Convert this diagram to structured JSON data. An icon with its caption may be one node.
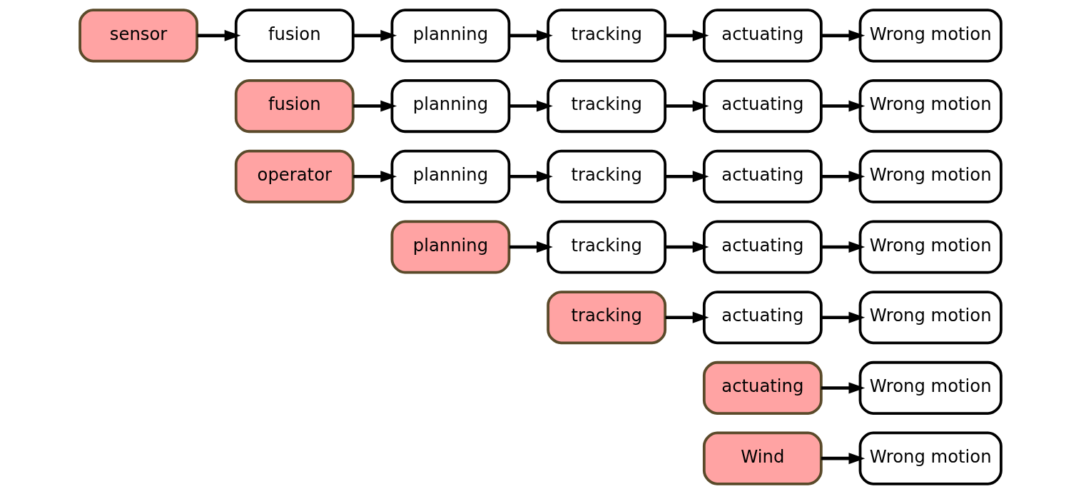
{
  "diagram": {
    "nodes": [
      {
        "text": [
          "sensor"
        ]
      },
      {
        "text": [
          "fusion"
        ]
      },
      {
        "text": [
          "planning"
        ]
      },
      {
        "text": [
          "tracking"
        ]
      },
      {
        "text": [
          "actuating"
        ]
      },
      {
        "text": [
          "Wrong motion"
        ]
      },
      {
        "text": [
          "fusion"
        ]
      },
      {
        "text": [
          "planning"
        ]
      },
      {
        "text": [
          "tracking"
        ]
      },
      {
        "text": [
          "actuating"
        ]
      },
      {
        "text": [
          "Wrong motion"
        ]
      },
      {
        "text": [
          "operator"
        ]
      },
      {
        "text": [
          "planning"
        ]
      },
      {
        "text": [
          "tracking"
        ]
      },
      {
        "text": [
          "actuating"
        ]
      },
      {
        "text": [
          "Wrong motion"
        ]
      },
      {
        "text": [
          "planning"
        ]
      },
      {
        "text": [
          "tracking"
        ]
      },
      {
        "text": [
          "actuating"
        ]
      },
      {
        "text": [
          "Wrong motion"
        ]
      },
      {
        "text": [
          "tracking"
        ]
      },
      {
        "text": [
          "actuating"
        ]
      },
      {
        "text": [
          "Wrong motion"
        ]
      },
      {
        "text": [
          "actuating"
        ]
      },
      {
        "text": [
          "Wrong motion"
        ]
      },
      {
        "text": [
          "Wind"
        ]
      },
      {
        "text": [
          "Wrong motion"
        ]
      }
    ],
    "edges": [
      {
        "from": 0,
        "to": 1,
        "arrow": "to"
      },
      {
        "from": 1,
        "to": 2,
        "arrow": "to"
      },
      {
        "from": 2,
        "to": 3,
        "arrow": "to"
      },
      {
        "from": 3,
        "to": 4,
        "arrow": "to"
      },
      {
        "from": 4,
        "to": 5,
        "arrow": "to"
      },
      {
        "from": 6,
        "to": 7,
        "arrow": "to"
      },
      {
        "from": 7,
        "to": 8,
        "arrow": "to"
      },
      {
        "from": 8,
        "to": 9,
        "arrow": "to"
      },
      {
        "from": 9,
        "to": 10,
        "arrow": "to"
      },
      {
        "from": 11,
        "to": 12,
        "arrow": "to"
      },
      {
        "from": 12,
        "to": 13,
        "arrow": "to"
      },
      {
        "from": 13,
        "to": 14,
        "arrow": "to"
      },
      {
        "from": 14,
        "to": 15,
        "arrow": "to"
      },
      {
        "from": 16,
        "to": 17,
        "arrow": "to"
      },
      {
        "from": 17,
        "to": 18,
        "arrow": "to"
      },
      {
        "from": 18,
        "to": 19,
        "arrow": "to"
      },
      {
        "from": 20,
        "to": 21,
        "arrow": "to"
      },
      {
        "from": 21,
        "to": 22,
        "arrow": "to"
      },
      {
        "from": 23,
        "to": 24,
        "arrow": "to"
      },
      {
        "from": 25,
        "to": 26,
        "arrow": "to"
      }
    ]
  }
}
